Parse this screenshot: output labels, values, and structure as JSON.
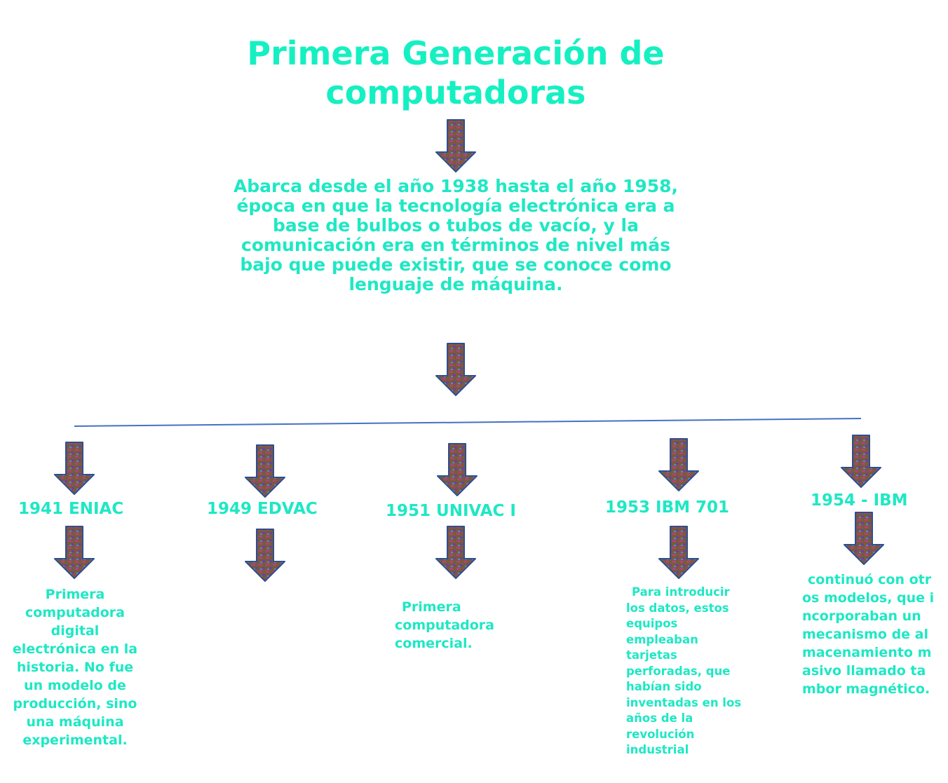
{
  "title": "Primera Generación de computadoras",
  "intro": "Abarca desde el año 1938 hasta el año 1958, época en que la tecnología electrónica era a base de bulbos o tubos de vacío, y la comunicación era en términos de nivel más bajo que puede existir, que se conoce como lenguaje de máquina.",
  "colors": {
    "text": "#1ee8c4",
    "line": "#4472c4",
    "arrow_outline": "#2f4f8f"
  },
  "arrow_icon": "down-arrow-icon",
  "branches": [
    {
      "label": "1941 ENIAC",
      "description": "Primera computadora digital electrónica en la historia. No fue un modelo de producción, sino una máquina experimental."
    },
    {
      "label": "1949 EDVAC",
      "description": ""
    },
    {
      "label": "1951 UNIVAC I",
      "description": "Primera computadora comercial."
    },
    {
      "label": "1953 IBM 701",
      "description": "Para introducir los datos, estos equipos empleaban tarjetas perforadas, que habían sido inventadas en los años de la revolución industrial"
    },
    {
      "label": "1954 - IBM",
      "description": "continuó con otros modelos, que incorporaban un mecanismo de almacenamiento masivo llamado tambor magnético."
    }
  ]
}
